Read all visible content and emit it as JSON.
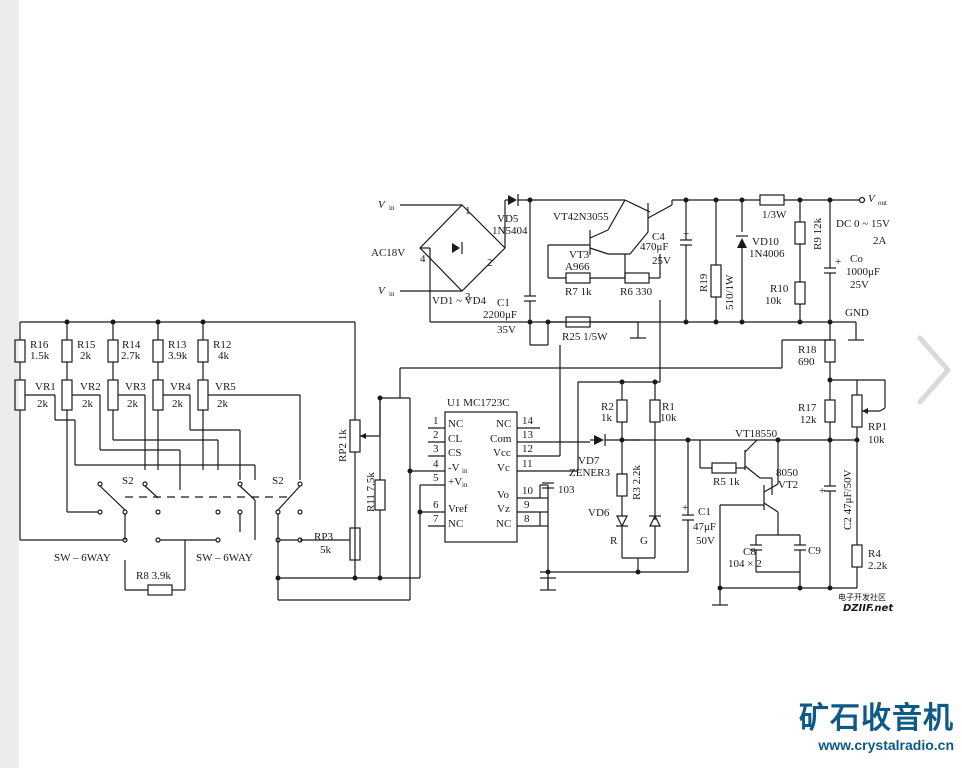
{
  "viewer": {
    "next_icon": "chevron-right-icon",
    "accent": "#d9d9d9"
  },
  "watermark": {
    "brand": "矿石收音机",
    "url": "www.crystalradio.cn",
    "color": "#0d5a86",
    "inner_site": "电子开发社区",
    "inner_brand": "DZIIF.net"
  },
  "labels": {
    "vin": "V",
    "vin_sub": "in",
    "vout": "V",
    "vout_sub": "out",
    "ac": "AC18V",
    "n1": "1",
    "n2": "2",
    "n3": "3",
    "n4": "4",
    "vd14": "VD1 ~ VD4",
    "vd5": "VD5",
    "vd5_part": "1N5404",
    "c1": "C1",
    "c1_val": "2200μF",
    "c1_v": "35V",
    "vt4": "VT42N3055",
    "vt3": "VT3",
    "vt3_part": "A966",
    "r7": "R7 1k",
    "r6": "R6 330",
    "c4": "C4",
    "c4_val": "470μF",
    "c4_v": "25V",
    "r25": "R25 1/5W",
    "r19": "R19",
    "r19_val": "510/1W",
    "r_13w": "1/3W",
    "vd10": "VD10",
    "vd10_part": "1N4006",
    "r9": "R9 12k",
    "r10": "R10",
    "r10_val": "10k",
    "dc": "DC  0 ~ 15V",
    "amp": "2A",
    "co": "Co",
    "co_val": "1000μF",
    "co_v": "25V",
    "gnd": "GND",
    "r18": "R18",
    "r18_val": "690",
    "r17": "R17",
    "r17_val": "12k",
    "rp1": "RP1",
    "rp1_val": "10k",
    "vt1": "VT18550",
    "r5": "R5 1k",
    "vt2_part": "8050",
    "vt2": "VT2",
    "c2": "C2 47μF/50V",
    "c8": "C8",
    "c8_val": "104 × 2",
    "c9": "C9",
    "r4": "R4",
    "r4_val": "2.2k",
    "u1": "U1  MC1723C",
    "pin_nc1": "NC",
    "pin_cl": "CL",
    "pin_cs": "CS",
    "pin_vin_m": "-V",
    "pin_vin_p": "+V",
    "pin_in": "in",
    "pin_vref": "Vref",
    "pin_nc7": "NC",
    "pin_nc14": "NC",
    "pin_com": "Com",
    "pin_vcc": "Vcc",
    "pin_vc": "Vc",
    "pin_vo": "Vo",
    "pin_vz": "Vz",
    "pin_nc8": "NC",
    "p1": "1",
    "p2": "2",
    "p3": "3",
    "p4": "4",
    "p5": "5",
    "p6": "6",
    "p7": "7",
    "p8": "8",
    "p9": "9",
    "p10": "10",
    "p11": "11",
    "p12": "12",
    "p13": "13",
    "p14": "14",
    "c103": "103",
    "vd7": "VD7",
    "vd7_part": "ZENER3",
    "r2": "R2",
    "r2_val": "1k",
    "r1": "R1",
    "r1_val": "10k",
    "r3": "R3 2.2k",
    "vd6": "VD6",
    "led_r": "R",
    "led_g": "G",
    "c1b": "C1",
    "c1b_val": "47μF",
    "c1b_v": "50V",
    "r16": "R16",
    "r16_val": "1.5k",
    "r15": "R15",
    "r15_val": "2k",
    "r14": "R14",
    "r14_val": "2.7k",
    "r13": "R13",
    "r13_val": "3.9k",
    "r12": "R12",
    "r12_val": "4k",
    "vr1": "VR1",
    "vr2": "VR2",
    "vr3": "VR3",
    "vr4": "VR4",
    "vr5": "VR5",
    "vr_val": "2k",
    "s2a": "S2",
    "s2b": "S2",
    "sw_a": "SW – 6WAY",
    "sw_b": "SW – 6WAY",
    "rp2": "RP2 1k",
    "r11": "R11 7.5k",
    "rp3": "RP3",
    "rp3_val": "5k",
    "r8": "R8 3.9k",
    "plus": "+"
  }
}
